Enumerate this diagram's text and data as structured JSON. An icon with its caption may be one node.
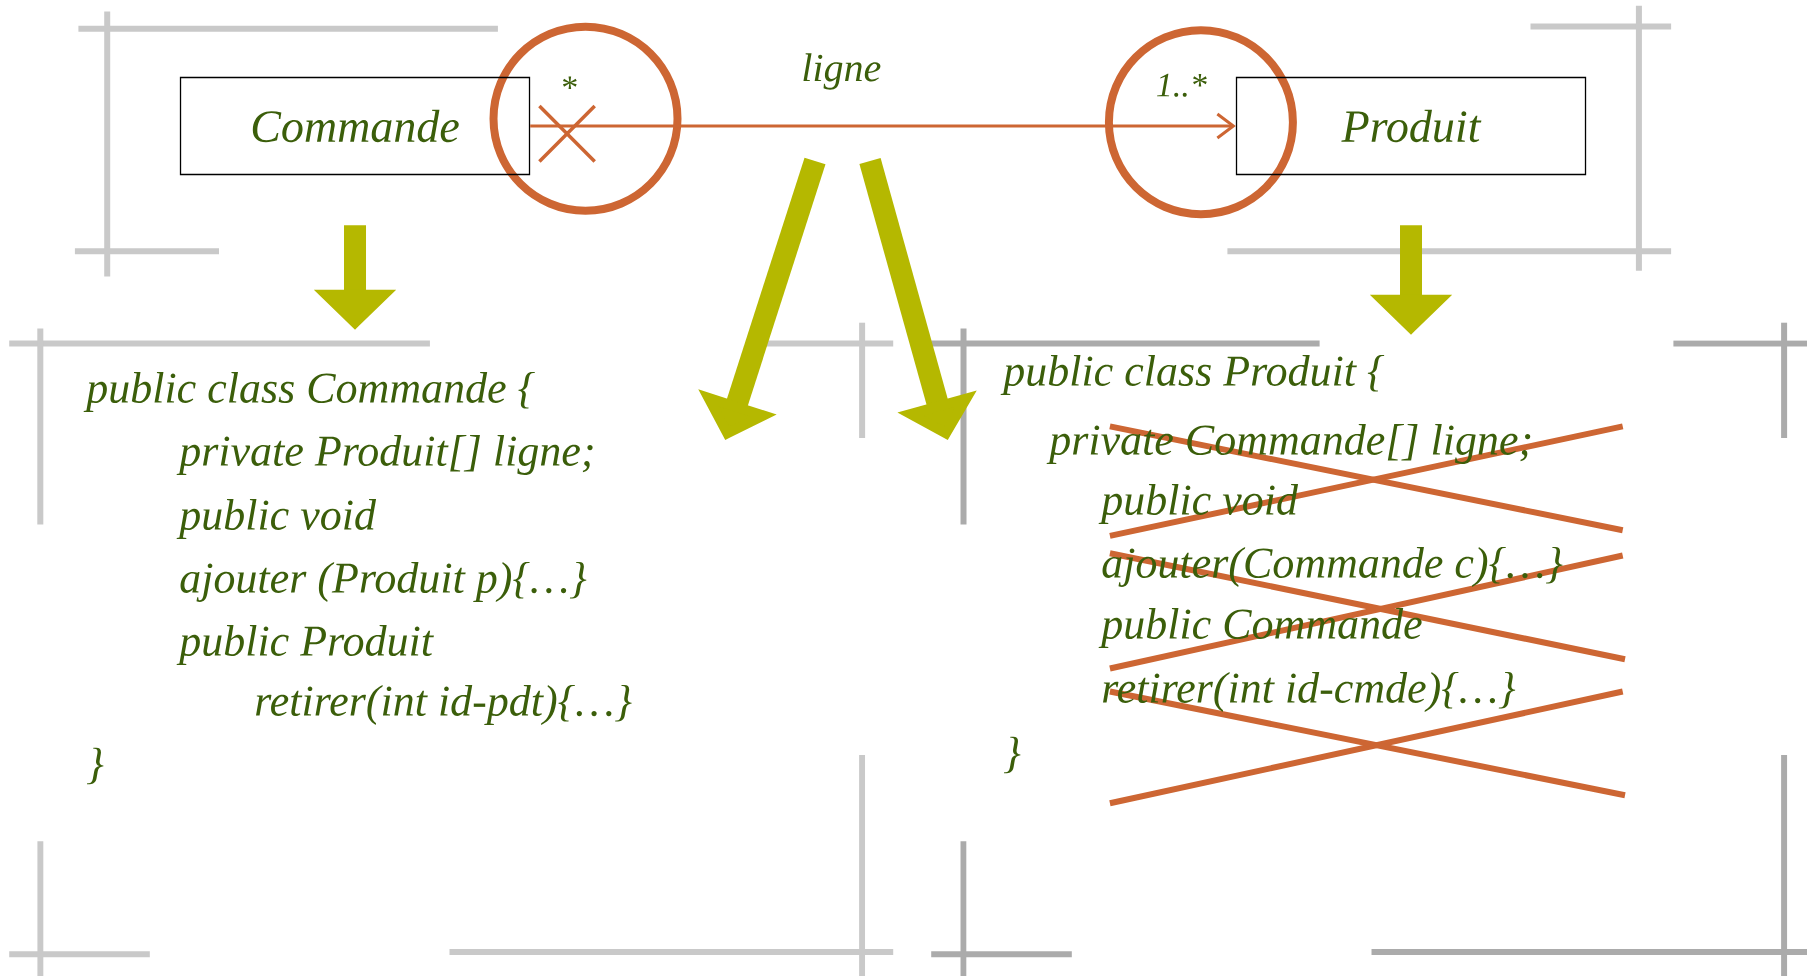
{
  "diagram": {
    "nodes": [
      {
        "text": [
          "Commande"
        ]
      },
      {
        "text": [
          "Produit"
        ]
      },
      {
        "text": [
          "public class Commande {",
          "private Produit[] ligne;",
          "public void",
          "ajouter (Produit p){…}",
          "public Produit",
          "retirer(int id-pdt){…}",
          "}"
        ]
      },
      {
        "text": [
          "public class Produit {",
          "private Commande[] ligne;",
          "public void",
          "ajouter(Commande c){…}",
          "public Commande",
          "retirer(int id-cmde){…}",
          "}"
        ]
      }
    ],
    "edges": [
      {
        "from": 0,
        "to": 1,
        "arrow": "to",
        "label": "ligne",
        "color": "#cd6633"
      },
      {
        "from": 0,
        "to": 2,
        "arrow": "to"
      },
      {
        "from": 1,
        "to": 3,
        "arrow": "to"
      },
      {
        "from": null,
        "to": 2,
        "arrow": "to"
      },
      {
        "from": null,
        "to": 3,
        "arrow": "to"
      }
    ],
    "labels": [
      "*",
      "1..*"
    ]
  }
}
